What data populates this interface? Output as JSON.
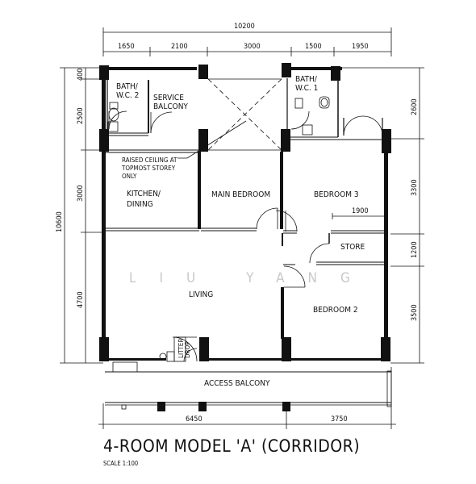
{
  "dimensions": {
    "top_total": "10200",
    "top_segments": [
      "1650",
      "2100",
      "3000",
      "1500",
      "1950"
    ],
    "bottom_segments": [
      "6450",
      "3750"
    ],
    "left_total": "10600",
    "left_segments": [
      "400",
      "2500",
      "3000",
      "4700"
    ],
    "right_segments": [
      "2600",
      "3300",
      "1200",
      "3500"
    ],
    "inner_1900": "1900"
  },
  "rooms": {
    "bath2_line1": "BATH/",
    "bath2_line2": "W.C. 2",
    "service_line1": "SERVICE",
    "service_line2": "BALCONY",
    "bath1_line1": "BATH/",
    "bath1_line2": "W.C. 1",
    "raised_line1": "RAISED CEILING AT",
    "raised_line2": "TOPMOST STOREY",
    "raised_line3": "ONLY",
    "kitchen_line1": "KITCHEN/",
    "kitchen_line2": "DINING",
    "main_bedroom": "MAIN BEDROOM",
    "bedroom3": "BEDROOM 3",
    "store": "STORE",
    "living": "LIVING",
    "bedroom2": "BEDROOM 2",
    "rubbish_line1": "LITTER",
    "rubbish_line2": "DROP",
    "access_balcony": "ACCESS BALCONY"
  },
  "watermark": "LIU YANG",
  "title": "4-ROOM MODEL 'A' (CORRIDOR)",
  "scale": "SCALE   1:100"
}
